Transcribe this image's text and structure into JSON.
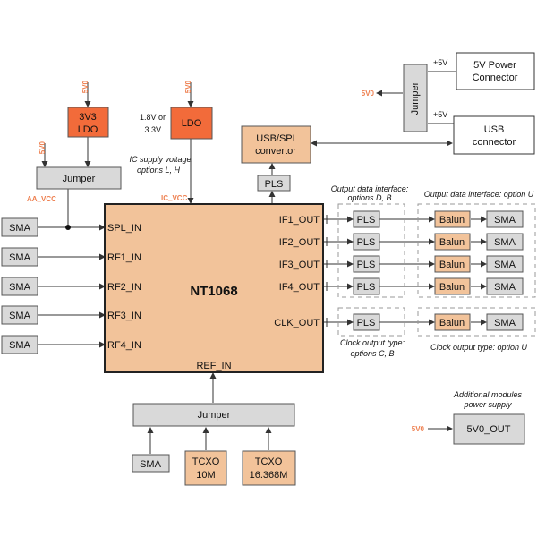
{
  "main_block": "NT1068",
  "pins": {
    "spl_in": "SPL_IN",
    "rf1_in": "RF1_IN",
    "rf2_in": "RF2_IN",
    "rf3_in": "RF3_IN",
    "rf4_in": "RF4_IN",
    "if1_out": "IF1_OUT",
    "if2_out": "IF2_OUT",
    "if3_out": "IF3_OUT",
    "if4_out": "IF4_OUT",
    "clk_out": "CLK_OUT",
    "ref_in": "REF_IN"
  },
  "labels": {
    "sma": "SMA",
    "pls": "PLS",
    "balun": "Balun",
    "jumper": "Jumper",
    "ldo": "LDO",
    "ldo_3v3_line1": "3V3",
    "ldo_3v3_line2": "LDO",
    "usb_spi_line1": "USB/SPI",
    "usb_spi_line2": "convertor",
    "power_conn_line1": "5V Power",
    "power_conn_line2": "Connector",
    "usb_conn_line1": "USB",
    "usb_conn_line2": "connector",
    "tcxo1_line1": "TCXO",
    "tcxo1_line2": "10M",
    "tcxo2_line1": "TCXO",
    "tcxo2_line2": "16.368M",
    "out_5v0": "5V0_OUT"
  },
  "signals": {
    "v5v0": "5V0",
    "plus5v": "+5V",
    "aa_vcc": "AA_VCC",
    "ic_vcc": "IC_VCC",
    "ldo_volt_line1": "1.8V or",
    "ldo_volt_line2": "3.3V"
  },
  "notes": {
    "ic_supply_line1": "IC supply voltage:",
    "ic_supply_line2": "options L, H",
    "out_db_line1": "Output data interface:",
    "out_db_line2": "options D, B",
    "out_u": "Output data interface: option U",
    "clk_cb_line1": "Clock output type:",
    "clk_cb_line2": "options C, B",
    "clk_u": "Clock output type: option U",
    "add_mod_line1": "Additional modules",
    "add_mod_line2": "power supply"
  },
  "colors": {
    "main_fill": "#f2c39a",
    "ldo_fill": "#f26b3a",
    "box_gray": "#d9d9d9",
    "accent_text": "#ee7f4f"
  }
}
